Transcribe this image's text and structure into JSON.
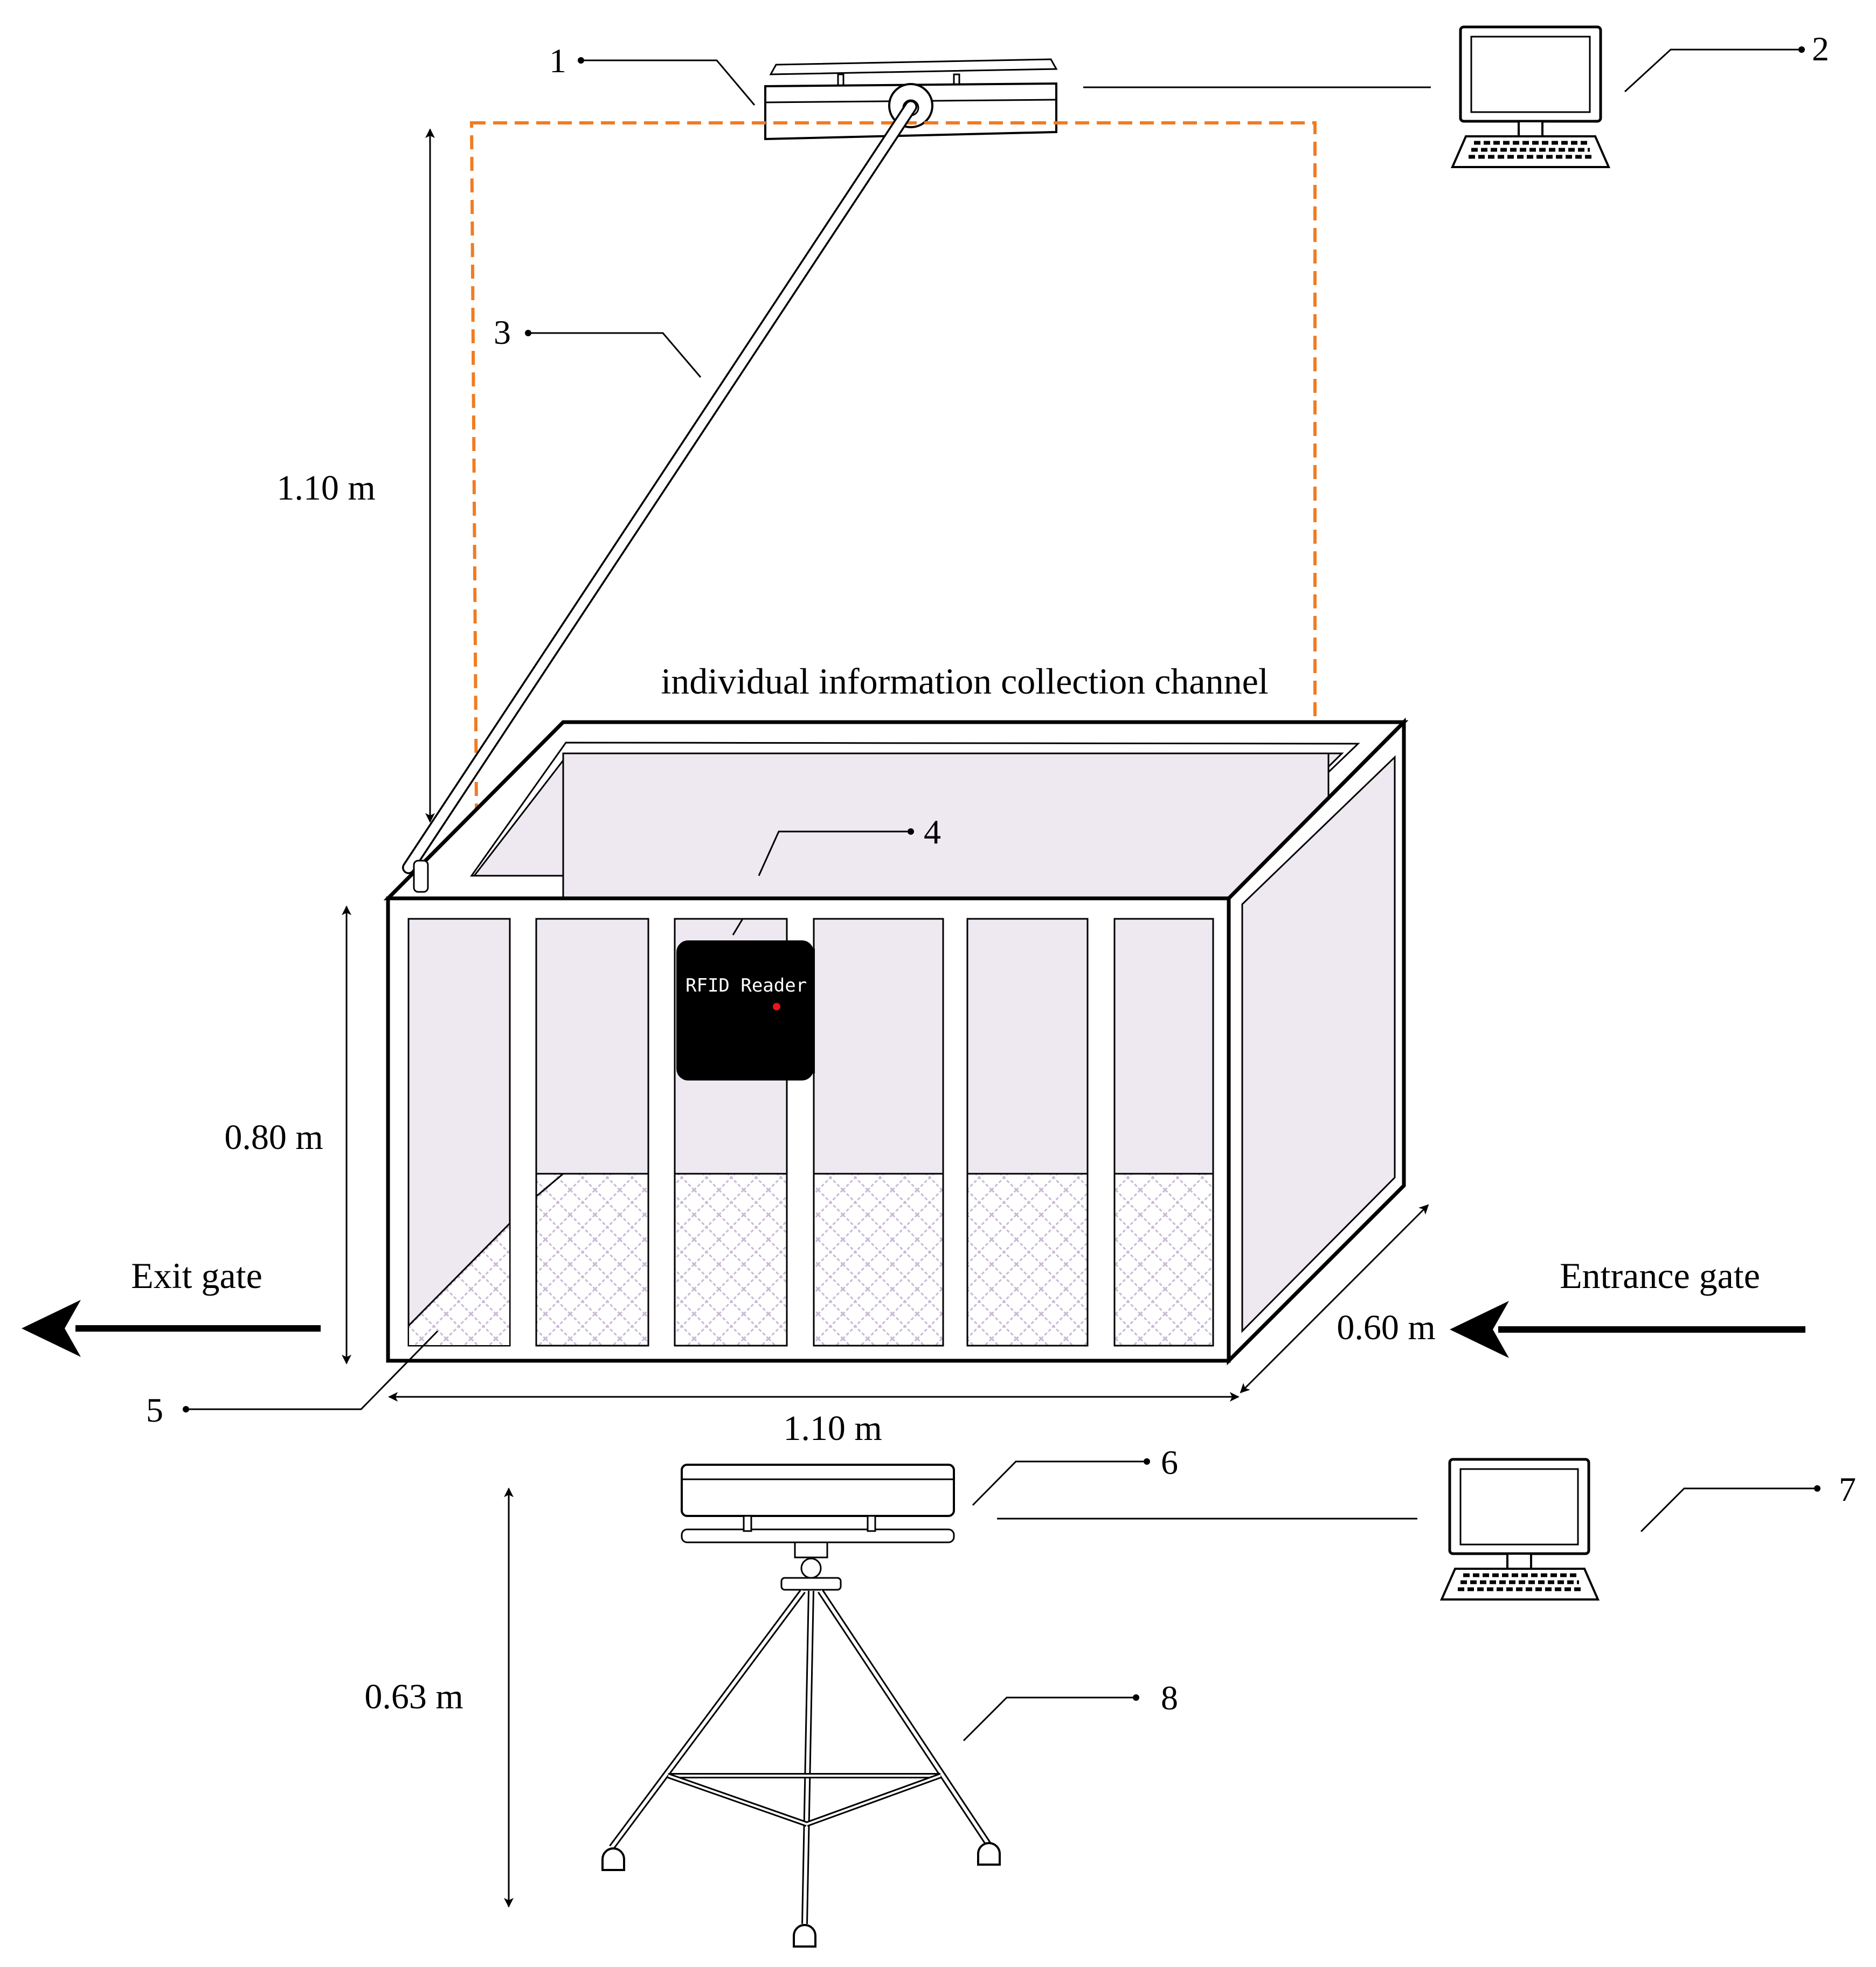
{
  "title": "individual information collection channel",
  "labels": {
    "n1": "1",
    "n2": "2",
    "n3": "3",
    "n4": "4",
    "n5": "5",
    "n6": "6",
    "n7": "7",
    "n8": "8"
  },
  "dimensions": {
    "top_height": "1.10 m",
    "channel_height": "0.80 m",
    "channel_length": "1.10 m",
    "channel_width": "0.60 m",
    "tripod_height": "0.63 m"
  },
  "gates": {
    "exit": "Exit gate",
    "entrance": "Entrance gate"
  },
  "rfid_label": "RFID Reader",
  "colors": {
    "field_of_view": "#f07c22",
    "panel_fill": "#eee8f1",
    "mesh": "#c9b9d6",
    "rfid_body": "#000000",
    "led": "#e8141c"
  }
}
